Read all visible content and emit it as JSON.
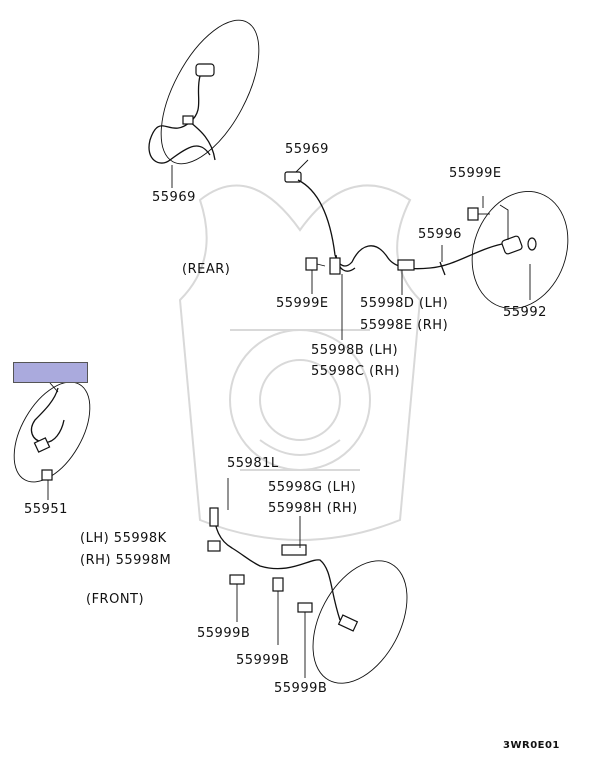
{
  "labels": {
    "rear_sensor_top": "55969",
    "rear_cable": "55969",
    "rear_bolt_e_top": "55999E",
    "rear_sensor_right": "55996",
    "rear_ring": "55992",
    "rear_bolt_e_left": "55999E",
    "rear_clamp_lh": "55998D (LH)",
    "rear_clamp_rh": "55998E (RH)",
    "rear_bracket_lh": "55998B (LH)",
    "rear_bracket_rh": "55998C (RH)",
    "rear_section": "(REAR)",
    "front_section": "(FRONT)",
    "front_sensor": "55951",
    "front_cable": "55981L",
    "front_clamp_lh": "55998G (LH)",
    "front_clamp_rh": "55998H (RH)",
    "front_bracket_lh": "(LH) 55998K",
    "front_bracket_rh": "(RH) 55998M",
    "front_bolt_1": "55999B",
    "front_bolt_2": "55999B",
    "front_bolt_3": "55999B",
    "diagram_code": "3WR0E01"
  },
  "highlight": {
    "color": "#aaaadd"
  }
}
